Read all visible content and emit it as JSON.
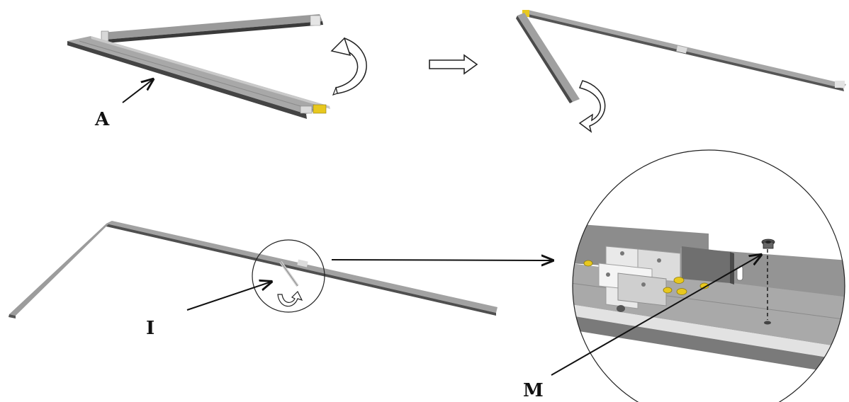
{
  "labels": {
    "a": "A",
    "i": "I",
    "m": "M"
  },
  "colors": {
    "rail_light": "#a3a3a3",
    "rail_mid": "#878787",
    "rail_dark": "#4a4a4a",
    "rail_edge": "#2b2b2b",
    "highlight": "#d9d9d9",
    "accent_yellow": "#e8c81e",
    "line": "#111111"
  },
  "icons": {
    "step_arrow": "hollow-right-arrow",
    "rotate_arrow": "curved-rotate-arrow"
  }
}
